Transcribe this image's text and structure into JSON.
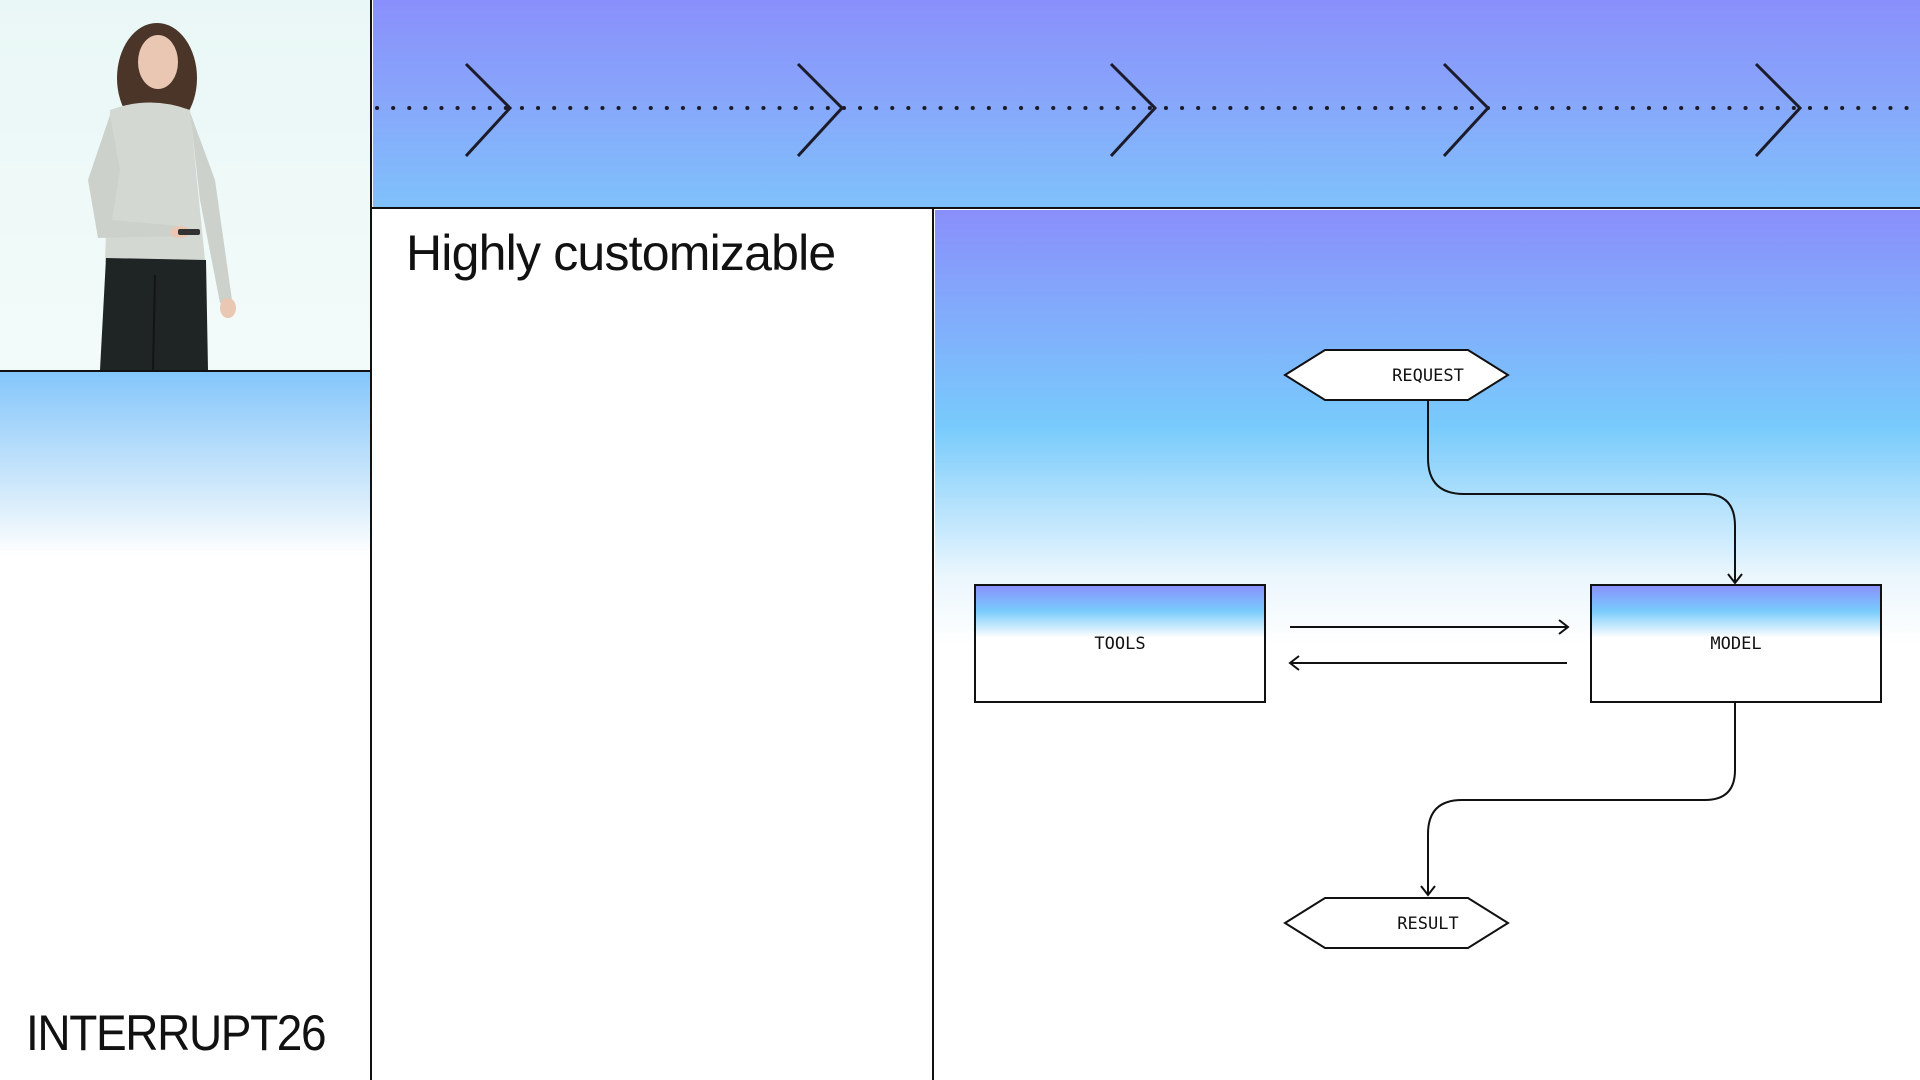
{
  "brand": {
    "name": "INTERRUPT26"
  },
  "slide": {
    "title": "Highly customizable"
  },
  "diagram": {
    "nodes": {
      "request": "REQUEST",
      "tools": "TOOLS",
      "model": "MODEL",
      "result": "RESULT"
    },
    "edges": [
      {
        "from": "request",
        "to": "model"
      },
      {
        "from": "tools",
        "to": "model"
      },
      {
        "from": "model",
        "to": "tools"
      },
      {
        "from": "model",
        "to": "result"
      }
    ]
  },
  "colors": {
    "line": "#111111",
    "band_top": "#8a8ffb",
    "band_bottom": "#7fc1fb",
    "panel_light": "#e9f7f6"
  }
}
